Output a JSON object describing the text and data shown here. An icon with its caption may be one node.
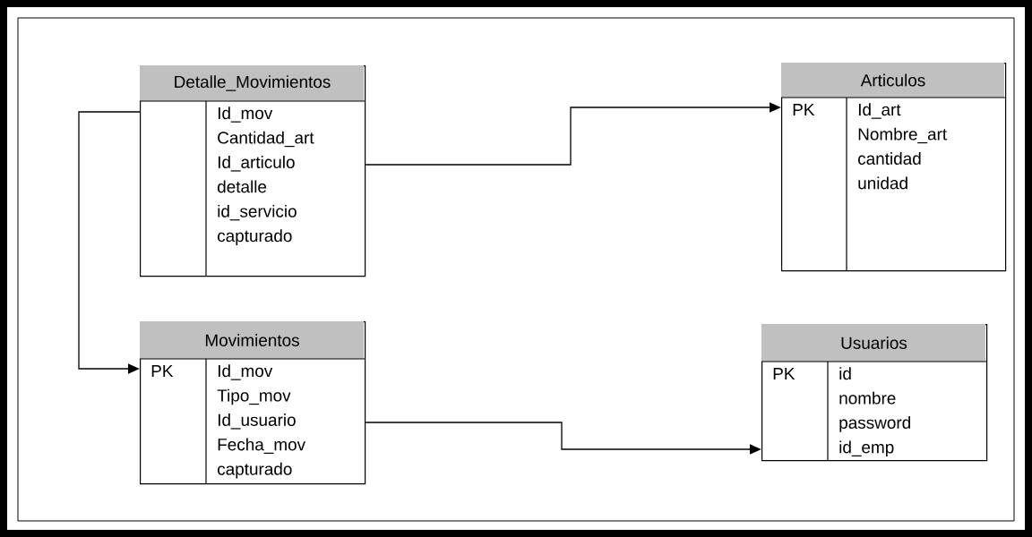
{
  "diagram": {
    "nodes": [
      {
        "text": [
          "Detalle_Movimientos",
          "Id_mov",
          "Cantidad_art",
          "Id_articulo",
          "detalle",
          "id_servicio",
          "capturado"
        ]
      },
      {
        "text": [
          "Movimientos",
          "PK",
          "Id_mov",
          "Tipo_mov",
          "Id_usuario",
          "Fecha_mov",
          "capturado"
        ]
      },
      {
        "text": [
          "Articulos",
          "PK",
          "Id_art",
          "Nombre_art",
          "cantidad",
          "unidad"
        ]
      },
      {
        "text": [
          "Usuarios",
          "PK",
          "id",
          "nombre",
          "password",
          "id_emp"
        ]
      }
    ],
    "edges": [
      {
        "from": 0,
        "to": 1,
        "arrow": "to"
      },
      {
        "from": 0,
        "to": 2,
        "arrow": "to"
      },
      {
        "from": 1,
        "to": 3,
        "arrow": "to"
      }
    ]
  }
}
